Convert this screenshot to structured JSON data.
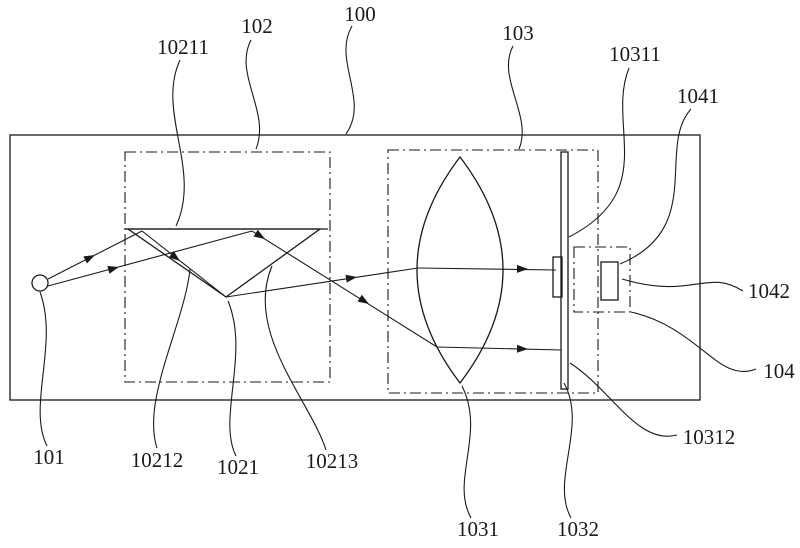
{
  "diagram": {
    "kind": "patent-optical-system-figure",
    "colors": {
      "line": "#1a1a1a",
      "background": "#ffffff"
    },
    "labels": {
      "n100": "100",
      "n101": "101",
      "n102": "102",
      "n103": "103",
      "n104": "104",
      "n1021": "1021",
      "n1031": "1031",
      "n1032": "1032",
      "n1041": "1041",
      "n1042": "1042",
      "n10211": "10211",
      "n10212": "10212",
      "n10213": "10213",
      "n10311": "10311",
      "n10312": "10312"
    }
  }
}
